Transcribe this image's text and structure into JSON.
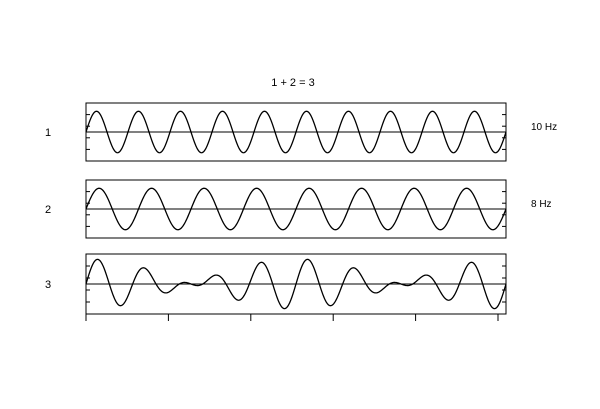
{
  "chart_data": {
    "type": "line",
    "title": "1 + 2 = 3",
    "xlabel": "",
    "ylabel": "",
    "grid": false,
    "legend": "none",
    "line_color": "#000000",
    "frame_color": "#000000",
    "series": [
      {
        "label": "1",
        "annotation": "10 Hz",
        "function": "sine",
        "frequency_hz": 10,
        "amplitude": 1,
        "ylim": [
          -1.4,
          1.4
        ]
      },
      {
        "label": "2",
        "annotation": "8 Hz",
        "function": "sine",
        "frequency_hz": 8,
        "amplitude": 1,
        "ylim": [
          -1.4,
          1.4
        ]
      },
      {
        "label": "3",
        "annotation": "",
        "function": "sum",
        "components": [
          0,
          1
        ],
        "ylim": [
          -2.4,
          2.4
        ]
      }
    ],
    "xlim": [
      0,
      1
    ]
  }
}
